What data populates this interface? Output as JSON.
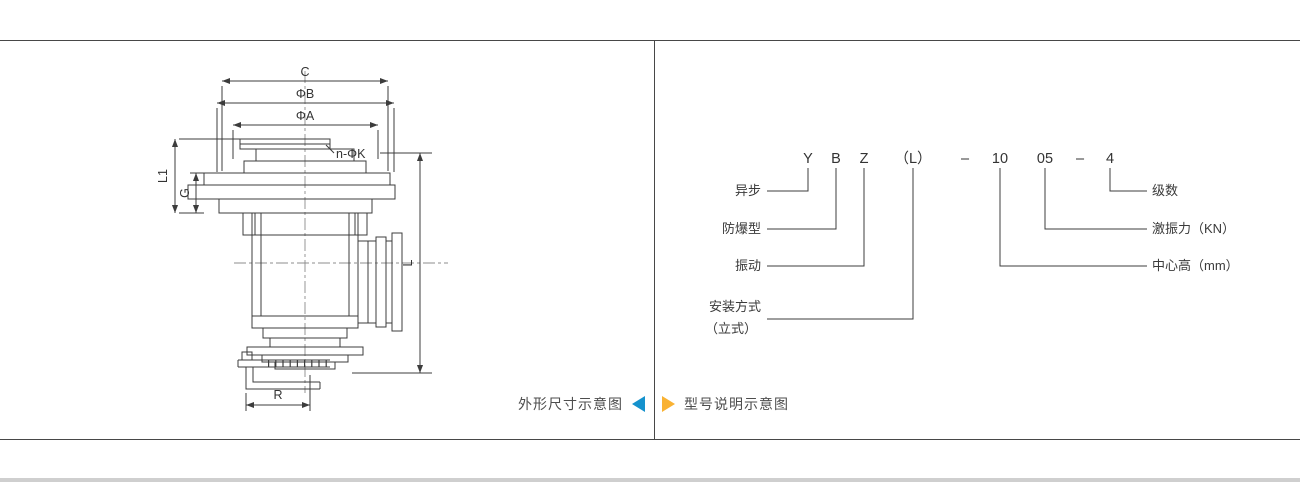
{
  "colors": {
    "line": "#3c3c3c",
    "text": "#333333",
    "caption_text": "#4d4d4d",
    "left_triangle": "#1592cd",
    "right_triangle": "#f9b233",
    "frame_border": "#474747",
    "bottom_strip": "#cfcfcf"
  },
  "dimension_diagram": {
    "caption": "外形尺寸示意图",
    "labels": {
      "c": "C",
      "phi_b": "ΦB",
      "phi_a": "ΦA",
      "n_phi_k": "n-ΦK",
      "l1": "L1",
      "g": "G",
      "l": "L",
      "r": "R"
    }
  },
  "model_code": {
    "caption": "型号说明示意图",
    "parts": {
      "p1": "Y",
      "p2": "B",
      "p3": "Z",
      "p4": "（L）",
      "dash1": "–",
      "p5": "10",
      "p6": "05",
      "dash2": "–",
      "p7": "4"
    },
    "left_labels": {
      "async": "异步",
      "explosion_proof": "防爆型",
      "vibration": "振动",
      "mount_line1": "安装方式",
      "mount_line2": "（立式）"
    },
    "right_labels": {
      "poles": "级数",
      "excitation_force": "激振力（KN）",
      "center_height": "中心高（mm）"
    }
  }
}
